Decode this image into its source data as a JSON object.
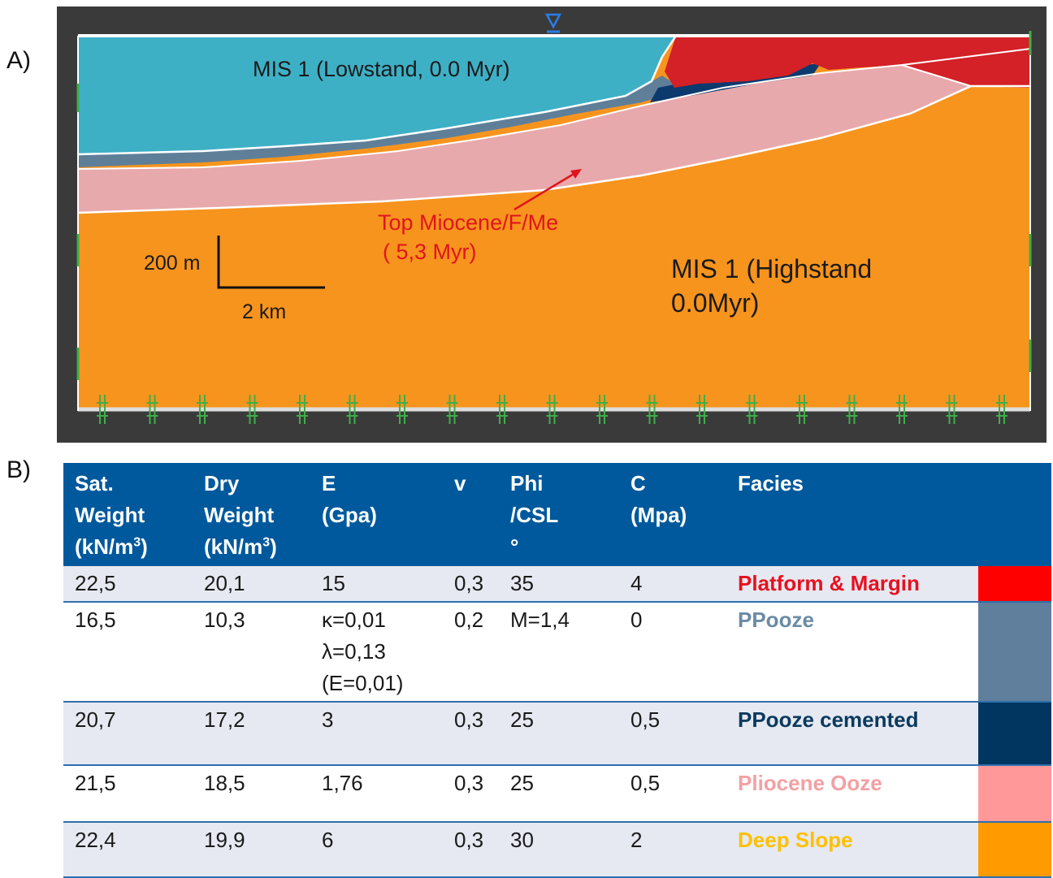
{
  "panels": {
    "a_label": "A)",
    "b_label": "B)"
  },
  "diagram": {
    "water_level_marker": "water-level-triangle-icon",
    "labels": {
      "lowstand": "MIS 1 (Lowstand, 0.0 Myr)",
      "top_miocene_1": "Top Miocene/F/Me",
      "top_miocene_2": "( 5,3 Myr)",
      "highstand_1": "MIS 1 (Highstand",
      "highstand_2": "0.0Myr)",
      "scale_vertical": "200 m",
      "scale_horizontal": "2 km"
    },
    "colors": {
      "water": "#3eb0c6",
      "platform": "#d42027",
      "ppooze": "#5f7f99",
      "ppooze_cemented": "#0c3a6e",
      "pliocene": "#e8a9ac",
      "deep_slope": "#f7941d",
      "frame": "#3a3a3a"
    }
  },
  "table": {
    "headers": {
      "sat_1": "Sat.",
      "sat_2": "Weight",
      "sat_3": "(kN/m",
      "dry_1": "Dry",
      "dry_2": "Weight",
      "dry_3": "(kN/m",
      "cube": "3",
      "close": ")",
      "e_1": "E",
      "e_2": "(Gpa)",
      "v": "v",
      "phi_1": "Phi",
      "phi_2": "/CSL",
      "phi_3": "°",
      "c_1": "C",
      "c_2": "(Mpa)",
      "facies": "Facies"
    },
    "rows": [
      {
        "sat": "22,5",
        "dry": "20,1",
        "e": [
          "15"
        ],
        "v": "0,3",
        "phi": "35",
        "c": "4",
        "facies": "Platform & Margin",
        "facies_color": "#e8101f",
        "swatch": "#ff0000",
        "bg": "#e6e9f1"
      },
      {
        "sat": "16,5",
        "dry": "10,3",
        "e": [
          "κ=0,01",
          "λ=0,13",
          "(E=0,01)"
        ],
        "v": "0,2",
        "phi": "M=1,4",
        "c": "0",
        "facies": "PPooze",
        "facies_color": "#6b8ba4",
        "swatch": "#5f7f9c",
        "bg": "#ffffff"
      },
      {
        "sat": "20,7",
        "dry": "17,2",
        "e": [
          "3"
        ],
        "v": "0,3",
        "phi": "25",
        "c": "0,5",
        "facies": "PPooze cemented",
        "facies_color": "#0b3a5e",
        "swatch": "#003660",
        "bg": "#e6e9f1"
      },
      {
        "sat": "21,5",
        "dry": "18,5",
        "e": [
          "1,76"
        ],
        "v": "0,3",
        "phi": "25",
        "c": "0,5",
        "facies": "Pliocene Ooze",
        "facies_color": "#f4a0a3",
        "swatch": "#ff9999",
        "bg": "#ffffff"
      },
      {
        "sat": "22,4",
        "dry": "19,9",
        "e": [
          "6"
        ],
        "v": "0,3",
        "phi": "30",
        "c": "2",
        "facies": "Deep Slope",
        "facies_color": "#ffc000",
        "swatch": "#ff9a00",
        "bg": "#e6e9f1"
      }
    ]
  }
}
